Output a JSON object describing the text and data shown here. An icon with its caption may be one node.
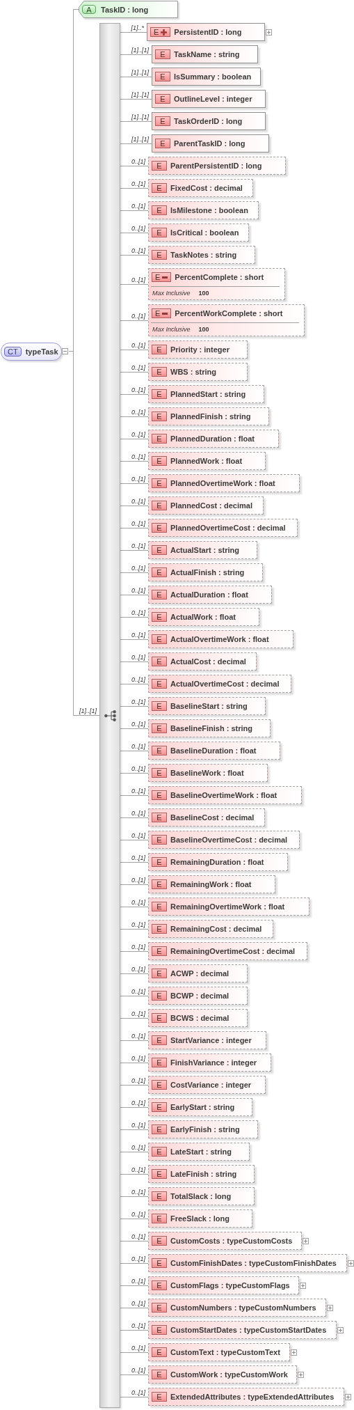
{
  "diagram": {
    "nodes": [
      {
        "text": [
          "CT",
          "typeTask"
        ]
      },
      {
        "text": [
          "A",
          "TaskID : long"
        ]
      },
      {
        "text": [],
        "shape": "bar"
      },
      {
        "text": [
          "E",
          "PersistentID : long"
        ]
      },
      {
        "text": [
          "E",
          "TaskName : string"
        ]
      },
      {
        "text": [
          "E",
          "IsSummary : boolean"
        ]
      },
      {
        "text": [
          "E",
          "OutlineLevel : integer"
        ]
      },
      {
        "text": [
          "E",
          "TaskOrderID : long"
        ]
      },
      {
        "text": [
          "E",
          "ParentTaskID : long"
        ]
      },
      {
        "text": [
          "E",
          "ParentPersistentID : long"
        ]
      },
      {
        "text": [
          "E",
          "FixedCost : decimal"
        ]
      },
      {
        "text": [
          "E",
          "IsMilestone : boolean"
        ]
      },
      {
        "text": [
          "E",
          "IsCritical : boolean"
        ]
      },
      {
        "text": [
          "E",
          "TaskNotes : string"
        ]
      },
      {
        "text": [
          "E",
          "PercentComplete : short",
          "Max Inclusive",
          "100"
        ]
      },
      {
        "text": [
          "E",
          "PercentWorkComplete : short",
          "Max Inclusive",
          "100"
        ]
      },
      {
        "text": [
          "E",
          "Priority : integer"
        ]
      },
      {
        "text": [
          "E",
          "WBS : string"
        ]
      },
      {
        "text": [
          "E",
          "PlannedStart : string"
        ]
      },
      {
        "text": [
          "E",
          "PlannedFinish : string"
        ]
      },
      {
        "text": [
          "E",
          "PlannedDuration : float"
        ]
      },
      {
        "text": [
          "E",
          "PlannedWork : float"
        ]
      },
      {
        "text": [
          "E",
          "PlannedOvertimeWork : float"
        ]
      },
      {
        "text": [
          "E",
          "PlannedCost : decimal"
        ]
      },
      {
        "text": [
          "E",
          "PlannedOvertimeCost : decimal"
        ]
      },
      {
        "text": [
          "E",
          "ActualStart : string"
        ]
      },
      {
        "text": [
          "E",
          "ActualFinish : string"
        ]
      },
      {
        "text": [
          "E",
          "ActualDuration : float"
        ]
      },
      {
        "text": [
          "E",
          "ActualWork : float"
        ]
      },
      {
        "text": [
          "E",
          "ActualOvertimeWork : float"
        ]
      },
      {
        "text": [
          "E",
          "ActualCost : decimal"
        ]
      },
      {
        "text": [
          "E",
          "ActualOvertimeCost : decimal"
        ]
      },
      {
        "text": [
          "E",
          "BaselineStart : string"
        ]
      },
      {
        "text": [
          "E",
          "BaselineFinish : string"
        ]
      },
      {
        "text": [
          "E",
          "BaselineDuration : float"
        ]
      },
      {
        "text": [
          "E",
          "BaselineWork : float"
        ]
      },
      {
        "text": [
          "E",
          "BaselineOvertimeWork : float"
        ]
      },
      {
        "text": [
          "E",
          "BaselineCost : decimal"
        ]
      },
      {
        "text": [
          "E",
          "BaselineOvertimeCost : decimal"
        ]
      },
      {
        "text": [
          "E",
          "RemainingDuration : float"
        ]
      },
      {
        "text": [
          "E",
          "RemainingWork : float"
        ]
      },
      {
        "text": [
          "E",
          "RemainingOvertimeWork : float"
        ]
      },
      {
        "text": [
          "E",
          "RemainingCost : decimal"
        ]
      },
      {
        "text": [
          "E",
          "RemainingOvertimeCost : decimal"
        ]
      },
      {
        "text": [
          "E",
          "ACWP : decimal"
        ]
      },
      {
        "text": [
          "E",
          "BCWP : decimal"
        ]
      },
      {
        "text": [
          "E",
          "BCWS : decimal"
        ]
      },
      {
        "text": [
          "E",
          "StartVariance : integer"
        ]
      },
      {
        "text": [
          "E",
          "FinishVariance : integer"
        ]
      },
      {
        "text": [
          "E",
          "CostVariance : integer"
        ]
      },
      {
        "text": [
          "E",
          "EarlyStart : string"
        ]
      },
      {
        "text": [
          "E",
          "EarlyFinish : string"
        ]
      },
      {
        "text": [
          "E",
          "LateStart : string"
        ]
      },
      {
        "text": [
          "E",
          "LateFinish : string"
        ]
      },
      {
        "text": [
          "E",
          "TotalSlack : long"
        ]
      },
      {
        "text": [
          "E",
          "FreeSlack : long"
        ]
      },
      {
        "text": [
          "E",
          "CustomCosts : typeCustomCosts"
        ]
      },
      {
        "text": [
          "E",
          "CustomFinishDates : typeCustomFinishDates"
        ]
      },
      {
        "text": [
          "E",
          "CustomFlags : typeCustomFlags"
        ]
      },
      {
        "text": [
          "E",
          "CustomNumbers : typeCustomNumbers"
        ]
      },
      {
        "text": [
          "E",
          "CustomStartDates : typeCustomStartDates"
        ]
      },
      {
        "text": [
          "E",
          "CustomText : typeCustomText"
        ]
      },
      {
        "text": [
          "E",
          "CustomWork : typeCustomWork"
        ]
      },
      {
        "text": [
          "E",
          "ExtendedAttributes : typeExtendedAttributes"
        ]
      }
    ],
    "edges": [
      {
        "from": 0,
        "to": 1,
        "arrow": "none"
      },
      {
        "from": 0,
        "to": 2,
        "arrow": "none",
        "label": "[1]..[1]"
      },
      {
        "from": 2,
        "to": 3,
        "arrow": "none",
        "label": "[1]..*"
      },
      {
        "from": 2,
        "to": 4,
        "arrow": "none",
        "label": "[1]..[1]"
      },
      {
        "from": 2,
        "to": 5,
        "arrow": "none",
        "label": "[1]..[1]"
      },
      {
        "from": 2,
        "to": 6,
        "arrow": "none",
        "label": "[1]..[1]"
      },
      {
        "from": 2,
        "to": 7,
        "arrow": "none",
        "label": "[1]..[1]"
      },
      {
        "from": 2,
        "to": 8,
        "arrow": "none",
        "label": "[1]..[1]"
      },
      {
        "from": 2,
        "to": 9,
        "arrow": "none",
        "label": "0..[1]"
      },
      {
        "from": 2,
        "to": 10,
        "arrow": "none",
        "label": "0..[1]"
      },
      {
        "from": 2,
        "to": 11,
        "arrow": "none",
        "label": "0..[1]"
      },
      {
        "from": 2,
        "to": 12,
        "arrow": "none",
        "label": "0..[1]"
      },
      {
        "from": 2,
        "to": 13,
        "arrow": "none",
        "label": "0..[1]"
      },
      {
        "from": 2,
        "to": 14,
        "arrow": "none",
        "label": "0..[1]"
      },
      {
        "from": 2,
        "to": 15,
        "arrow": "none",
        "label": "0..[1]"
      },
      {
        "from": 2,
        "to": 16,
        "arrow": "none",
        "label": "0..[1]"
      },
      {
        "from": 2,
        "to": 17,
        "arrow": "none",
        "label": "0..[1]"
      },
      {
        "from": 2,
        "to": 18,
        "arrow": "none",
        "label": "0..[1]"
      },
      {
        "from": 2,
        "to": 19,
        "arrow": "none",
        "label": "0..[1]"
      },
      {
        "from": 2,
        "to": 20,
        "arrow": "none",
        "label": "0..[1]"
      },
      {
        "from": 2,
        "to": 21,
        "arrow": "none",
        "label": "0..[1]"
      },
      {
        "from": 2,
        "to": 22,
        "arrow": "none",
        "label": "0..[1]"
      },
      {
        "from": 2,
        "to": 23,
        "arrow": "none",
        "label": "0..[1]"
      },
      {
        "from": 2,
        "to": 24,
        "arrow": "none",
        "label": "0..[1]"
      },
      {
        "from": 2,
        "to": 25,
        "arrow": "none",
        "label": "0..[1]"
      },
      {
        "from": 2,
        "to": 26,
        "arrow": "none",
        "label": "0..[1]"
      },
      {
        "from": 2,
        "to": 27,
        "arrow": "none",
        "label": "0..[1]"
      },
      {
        "from": 2,
        "to": 28,
        "arrow": "none",
        "label": "0..[1]"
      },
      {
        "from": 2,
        "to": 29,
        "arrow": "none",
        "label": "0..[1]"
      },
      {
        "from": 2,
        "to": 30,
        "arrow": "none",
        "label": "0..[1]"
      },
      {
        "from": 2,
        "to": 31,
        "arrow": "none",
        "label": "0..[1]"
      },
      {
        "from": 2,
        "to": 32,
        "arrow": "none",
        "label": "0..[1]"
      },
      {
        "from": 2,
        "to": 33,
        "arrow": "none",
        "label": "0..[1]"
      },
      {
        "from": 2,
        "to": 34,
        "arrow": "none",
        "label": "0..[1]"
      },
      {
        "from": 2,
        "to": 35,
        "arrow": "none",
        "label": "0..[1]"
      },
      {
        "from": 2,
        "to": 36,
        "arrow": "none",
        "label": "0..[1]"
      },
      {
        "from": 2,
        "to": 37,
        "arrow": "none",
        "label": "0..[1]"
      },
      {
        "from": 2,
        "to": 38,
        "arrow": "none",
        "label": "0..[1]"
      },
      {
        "from": 2,
        "to": 39,
        "arrow": "none",
        "label": "0..[1]"
      },
      {
        "from": 2,
        "to": 40,
        "arrow": "none",
        "label": "0..[1]"
      },
      {
        "from": 2,
        "to": 41,
        "arrow": "none",
        "label": "0..[1]"
      },
      {
        "from": 2,
        "to": 42,
        "arrow": "none",
        "label": "0..[1]"
      },
      {
        "from": 2,
        "to": 43,
        "arrow": "none",
        "label": "0..[1]"
      },
      {
        "from": 2,
        "to": 44,
        "arrow": "none",
        "label": "0..[1]"
      },
      {
        "from": 2,
        "to": 45,
        "arrow": "none",
        "label": "0..[1]"
      },
      {
        "from": 2,
        "to": 46,
        "arrow": "none",
        "label": "0..[1]"
      },
      {
        "from": 2,
        "to": 47,
        "arrow": "none",
        "label": "0..[1]"
      },
      {
        "from": 2,
        "to": 48,
        "arrow": "none",
        "label": "0..[1]"
      },
      {
        "from": 2,
        "to": 49,
        "arrow": "none",
        "label": "0..[1]"
      },
      {
        "from": 2,
        "to": 50,
        "arrow": "none",
        "label": "0..[1]"
      },
      {
        "from": 2,
        "to": 51,
        "arrow": "none",
        "label": "0..[1]"
      },
      {
        "from": 2,
        "to": 52,
        "arrow": "none",
        "label": "0..[1]"
      },
      {
        "from": 2,
        "to": 53,
        "arrow": "none",
        "label": "0..[1]"
      },
      {
        "from": 2,
        "to": 54,
        "arrow": "none",
        "label": "0..[1]"
      },
      {
        "from": 2,
        "to": 55,
        "arrow": "none",
        "label": "0..[1]"
      },
      {
        "from": 2,
        "to": 56,
        "arrow": "none",
        "label": "0..[1]"
      },
      {
        "from": 2,
        "to": 57,
        "arrow": "none",
        "label": "0..[1]"
      },
      {
        "from": 2,
        "to": 58,
        "arrow": "none",
        "label": "0..[1]"
      },
      {
        "from": 2,
        "to": 59,
        "arrow": "none",
        "label": "0..[1]"
      },
      {
        "from": 2,
        "to": 60,
        "arrow": "none",
        "label": "0..[1]"
      },
      {
        "from": 2,
        "to": 61,
        "arrow": "none",
        "label": "0..[1]"
      },
      {
        "from": 2,
        "to": 62,
        "arrow": "none",
        "label": "0..[1]"
      },
      {
        "from": 2,
        "to": 63,
        "arrow": "none",
        "label": "0..[1]"
      }
    ]
  }
}
